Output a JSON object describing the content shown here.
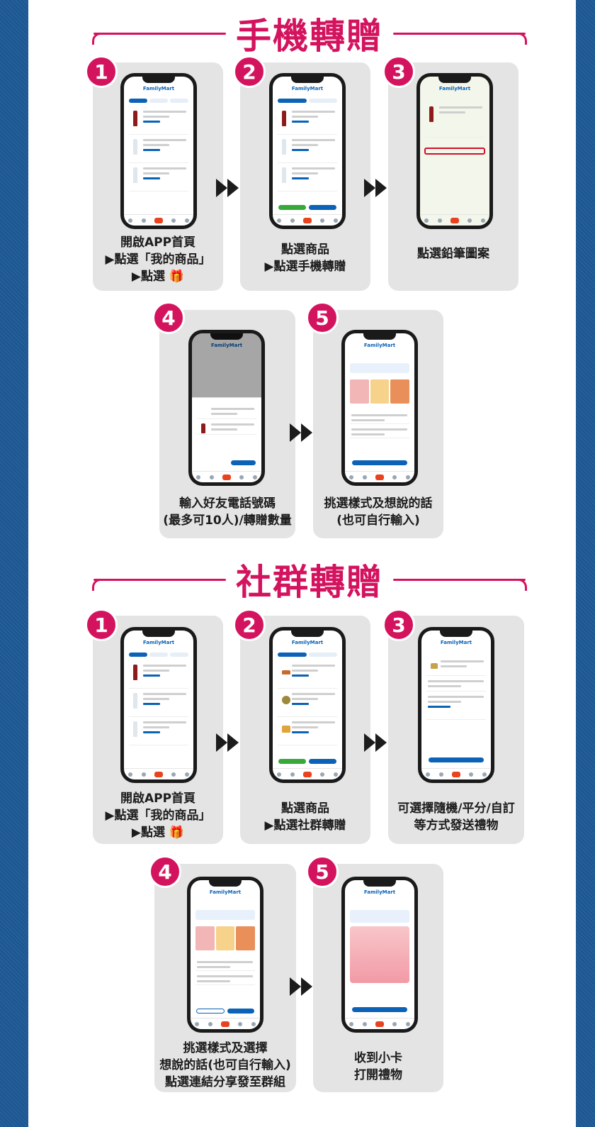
{
  "sections": [
    {
      "title": "手機轉贈",
      "steps": [
        {
          "num": "1",
          "lines": [
            "開啟APP首頁",
            "▶點選「我的商品」",
            "▶點選"
          ],
          "icon": "gift-icon"
        },
        {
          "num": "2",
          "lines": [
            "點選商品",
            "▶點選手機轉贈"
          ]
        },
        {
          "num": "3",
          "lines": [
            "點選鉛筆圖案"
          ]
        },
        {
          "num": "4",
          "lines": [
            "輸入好友電話號碼",
            "(最多可10人)/轉贈數量"
          ]
        },
        {
          "num": "5",
          "lines": [
            "挑選樣式及想說的話",
            "(也可自行輸入)"
          ]
        }
      ]
    },
    {
      "title": "社群轉贈",
      "steps": [
        {
          "num": "1",
          "lines": [
            "開啟APP首頁",
            "▶點選「我的商品」",
            "▶點選"
          ],
          "icon": "gift-icon"
        },
        {
          "num": "2",
          "lines": [
            "點選商品",
            "▶點選社群轉贈"
          ]
        },
        {
          "num": "3",
          "lines": [
            "可選擇隨機/平分/自訂",
            "等方式發送禮物"
          ]
        },
        {
          "num": "4",
          "lines": [
            "挑選樣式及選擇",
            "想說的話(也可自行輸入)",
            "點選連結分享發至群組"
          ]
        },
        {
          "num": "5",
          "lines": [
            "收到小卡",
            "打開禮物"
          ]
        }
      ]
    }
  ],
  "phone": {
    "brand": "FamilyMart"
  },
  "colors": {
    "accent": "#d4135e",
    "brand": "#0b62b6",
    "card": "#e4e4e4"
  }
}
